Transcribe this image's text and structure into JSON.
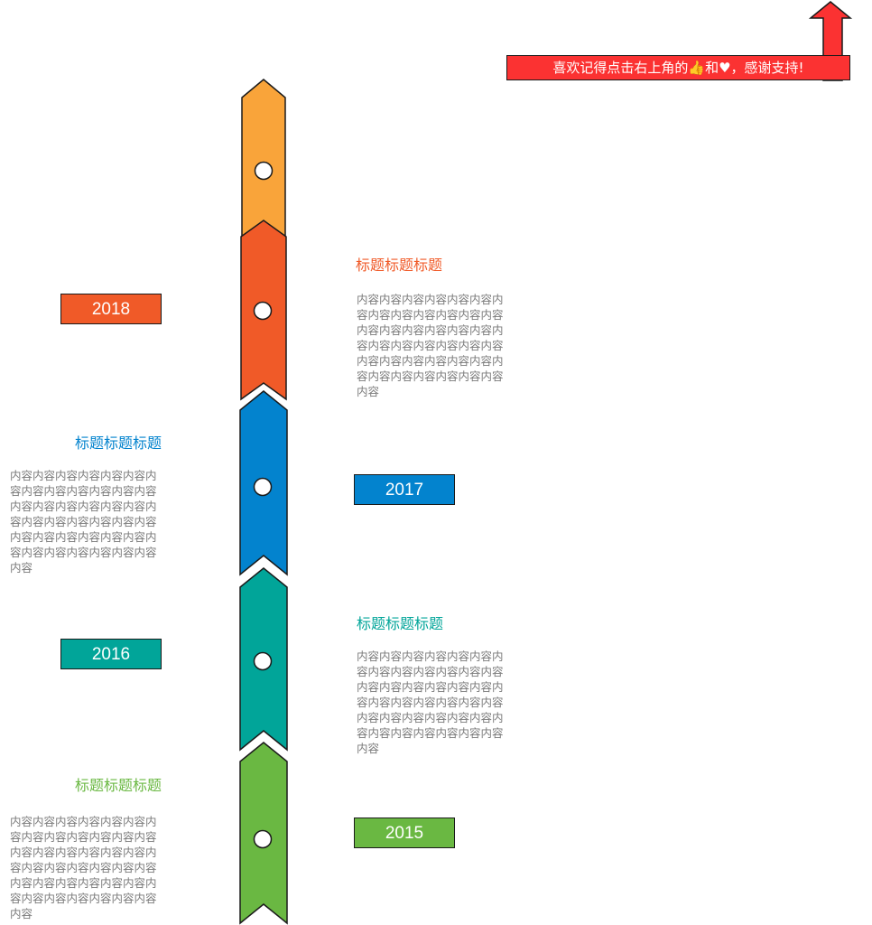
{
  "banner": {
    "text": "喜欢记得点击右上角的👍和♥，感谢支持!",
    "color": "#fb3232"
  },
  "milestones": [
    {
      "year": "2018",
      "color": "#f05a28",
      "title": "标题标题标题",
      "content": "内容内容内容内容内容内容内容内容内容内容内容内容内容内容内容内容内容内容内容内容内容内容内容内容内容内容内容内容内容内容内容内容内容内容内容内容内容内容内容内容"
    },
    {
      "year": "2017",
      "color": "#0383ce",
      "title": "标题标题标题",
      "content": "内容内容内容内容内容内容内容内容内容内容内容内容内容内容内容内容内容内容内容内容内容内容内容内容内容内容内容内容内容内容内容内容内容内容内容内容内容内容内容内容"
    },
    {
      "year": "2016",
      "color": "#01a599",
      "title": "标题标题标题",
      "content": "内容内容内容内容内容内容内容内容内容内容内容内容内容内容内容内容内容内容内容内容内容内容内容内容内容内容内容内容内容内容内容内容内容内容内容内容内容内容内容内容"
    },
    {
      "year": "2015",
      "color": "#6ab842",
      "title": "标题标题标题",
      "content": "内容内容内容内容内容内容内容内容内容内容内容内容内容内容内容内容内容内容内容内容内容内容内容内容内容内容内容内容内容内容内容内容内容内容内容内容内容内容内容内容"
    }
  ],
  "top_segment_color": "#f9a43a",
  "arrow_color": "#fb3232"
}
